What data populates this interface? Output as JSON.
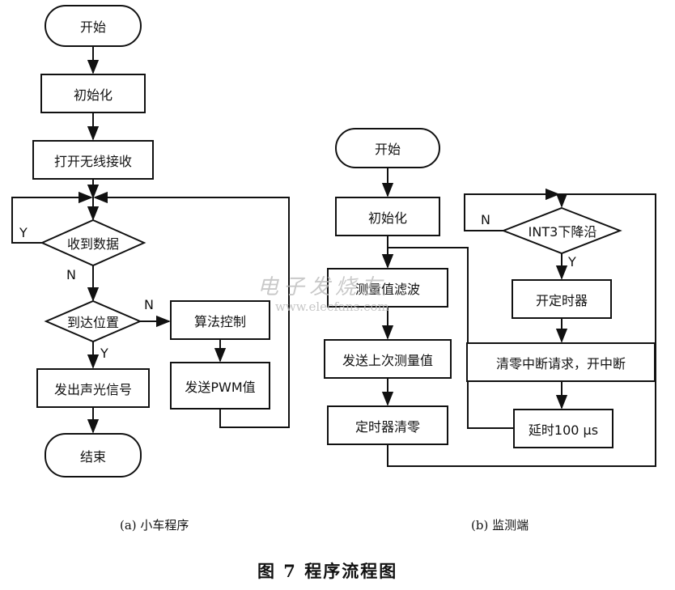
{
  "left": {
    "start": "开始",
    "init": "初始化",
    "open_rx": "打开无线接收",
    "recv_data": "收到数据",
    "arrive_pos": "到达位置",
    "algo_ctrl": "算法控制",
    "send_pwm": "发送PWM值",
    "emit_signal": "发出声光信号",
    "end": "结束",
    "yes_label": "Y",
    "no_label": "N",
    "caption": "(a) 小车程序"
  },
  "right": {
    "start": "开始",
    "init": "初始化",
    "measure_filter": "测量值滤波",
    "send_last": "发送上次测量值",
    "timer_clear": "定时器清零",
    "int3_edge": "INT3下降沿",
    "start_timer": "开定时器",
    "clear_irq": "清零中断请求，开中断",
    "delay": "延时100 μs",
    "yes_label": "Y",
    "no_label": "N",
    "caption": "(b) 监测端"
  },
  "figure_title": "图 7    程序流程图",
  "watermark": {
    "cn": "电子发烧友",
    "url": "www.elecfans.com"
  }
}
